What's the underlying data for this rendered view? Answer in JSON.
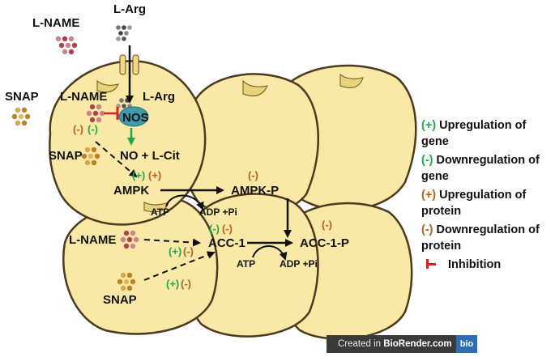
{
  "labels": {
    "lname_outside": "L-NAME",
    "larg_outside": "L-Arg",
    "snap_outside": "SNAP",
    "lname_inside": "L-NAME",
    "larg_inside": "L-Arg",
    "nos": "NOS",
    "snap_inside": "SNAP",
    "no_lcit": "NO + L-Cit",
    "ampk": "AMPK",
    "ampk_p": "AMPK-P",
    "atp_1": "ATP",
    "adp_pi_1": "ADP +Pi",
    "acc1": "ACC-1",
    "acc1_p": "ACC-1-P",
    "atp_2": "ATP",
    "adp_pi_2": "ADP +Pi",
    "lname_lower": "L-NAME",
    "snap_lower": "SNAP"
  },
  "marks": {
    "nos_minus_orange": "(-)",
    "nos_minus_green": "(-)",
    "ampk_plus_green": "(+)",
    "ampk_plus_orange": "(+)",
    "ampkp_minus_orange": "(-)",
    "acc_minus_green": "(-)",
    "acc_minus_orange": "(-)",
    "accp_minus_orange": "(-)",
    "lname_plus_green": "(+)",
    "lname_minus_orange": "(-)",
    "snap_plus_green": "(+)",
    "snap_minus_orange": "(-)"
  },
  "legend": {
    "up_gene_sym": "(+)",
    "up_gene_text": "Upregulation of gene",
    "down_gene_sym": "(-)",
    "down_gene_text": "Downregulation of gene",
    "up_prot_sym": "(+)",
    "up_prot_text": "Upregulation of protein",
    "down_prot_sym": "(-)",
    "down_prot_text": "Downregulation of protein",
    "inhibition_text": "Inhibition"
  },
  "credit": {
    "prefix": "Created in",
    "brand": "BioRender.com",
    "badge": "bio"
  },
  "colors": {
    "cell_fill": "#fae9a6",
    "cell_stroke": "#4a3a1e",
    "green": "#1faa4a",
    "orange": "#b5601c",
    "inhibition": "#e02020",
    "nos_fill": "#3f9aa8"
  }
}
